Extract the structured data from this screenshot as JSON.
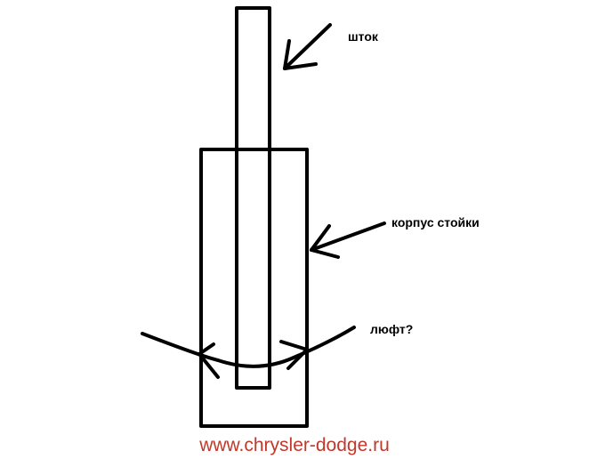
{
  "labels": {
    "rod": "шток",
    "housing": "корпус стойки",
    "play": "люфт?"
  },
  "watermark": "www.chrysler-dodge.ru",
  "colors": {
    "stroke": "#000000",
    "watermark": "#c0392b",
    "background": "#ffffff"
  }
}
